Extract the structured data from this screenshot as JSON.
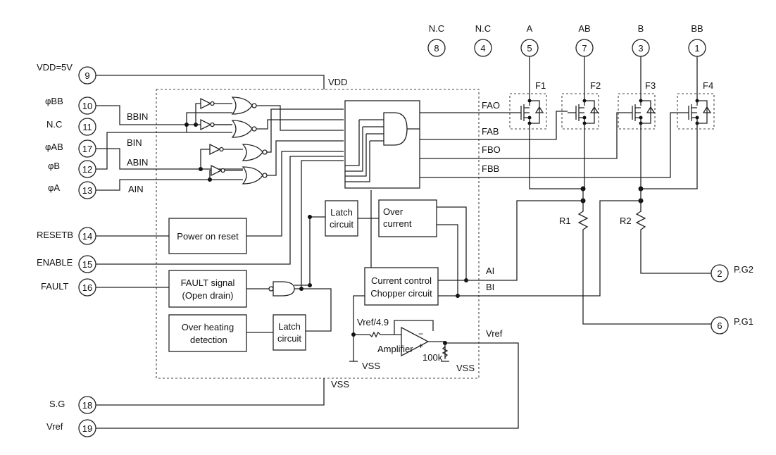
{
  "pins": {
    "p1": "1",
    "p2": "2",
    "p3": "3",
    "p4": "4",
    "p5": "5",
    "p6": "6",
    "p7": "7",
    "p8": "8",
    "p9": "9",
    "p10": "10",
    "p11": "11",
    "p12": "12",
    "p13": "13",
    "p14": "14",
    "p15": "15",
    "p16": "16",
    "p17": "17",
    "p18": "18",
    "p19": "19"
  },
  "pin_labels": {
    "vdd": "VDD=5V",
    "phibb": "φBB",
    "nc11": "N.C",
    "phiab": "φAB",
    "phib": "φB",
    "phia": "φA",
    "resetb": "RESETB",
    "enable": "ENABLE",
    "fault": "FAULT",
    "sg": "S.G",
    "vref": "Vref",
    "nc8": "N.C",
    "nc4": "N.C",
    "a": "A",
    "ab": "AB",
    "b": "B",
    "bb": "BB",
    "pg2": "P.G2",
    "pg1": "P.G1"
  },
  "signals": {
    "vdd": "VDD",
    "bbin": "BBIN",
    "bin": "BIN",
    "abin": "ABIN",
    "ain": "AIN",
    "fao": "FAO",
    "fab": "FAB",
    "fbo": "FBO",
    "fbb": "FBB",
    "ai": "AI",
    "bi": "BI",
    "vref": "Vref",
    "vss_bottom": "VSS"
  },
  "fets": {
    "f1": "F1",
    "f2": "F2",
    "f3": "F3",
    "f4": "F4"
  },
  "resistors": {
    "r1": "R1",
    "r2": "R2",
    "r100k": "100k"
  },
  "blocks": {
    "power_on_reset": "Power on reset",
    "fault_signal_1": "FAULT signal",
    "fault_signal_2": "(Open drain)",
    "over_heating_1": "Over heating",
    "over_heating_2": "detection",
    "latch_1": "Latch",
    "latch_2": "circuit",
    "over_current_1": "Over",
    "over_current_2": "current",
    "current_control_1": "Current control",
    "current_control_2": "Chopper  circuit",
    "amplifier": "Amplifier",
    "vref_div": "Vref/4.9",
    "vss1": "VSS",
    "vss2": "VSS"
  }
}
